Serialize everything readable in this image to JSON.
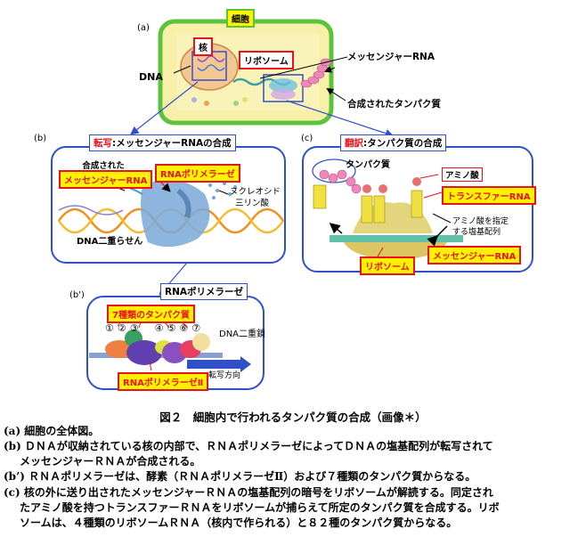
{
  "panel_a": {
    "letter": "(a)",
    "cell": "細胞",
    "nucleus": "核",
    "dna": "DNA",
    "ribosome": "リボソーム",
    "mrna": "メッセンジャーRNA",
    "protein": "合成されたタンパク質"
  },
  "panel_b": {
    "letter": "(b)",
    "title_red": "転写",
    "title_rest": ":メッセンジャーRNAの合成",
    "synth_mrna_1": "合成された",
    "synth_mrna_2": "メッセンジャーRNA",
    "rnap": "RNAポリメラーゼ",
    "ntp_1": "ヌクレオシド",
    "ntp_2": "三リン酸",
    "dna_helix": "DNA二重らせん"
  },
  "panel_c": {
    "letter": "(c)",
    "title_red": "翻訳",
    "title_rest": ":タンパク質の合成",
    "protein": "タンパク質",
    "amino_acid": "アミノ酸",
    "trna": "トランスファーRNA",
    "codon_1": "アミノ酸を指定",
    "codon_2": "する塩基配列",
    "mrna": "メッセンジャーRNA",
    "ribosome": "リボソーム"
  },
  "panel_bp": {
    "letter": "(b')",
    "title": "RNAポリメラーゼ",
    "seven": "7種類のタンパク質",
    "numbers": [
      "①",
      "②",
      "③",
      "④",
      "⑤",
      "⑥",
      "⑦"
    ],
    "dna_double": "DNA二重鎖",
    "rnap2": "RNAポリメラーゼⅡ",
    "direction": "転写方向"
  },
  "caption": {
    "title": "図２　細胞内で行われるタンパク質の合成（画像＊）",
    "a": "(a) 細胞の全体図。",
    "b1": "(b) ＤＮＡが収納されている核の内部で、ＲＮＡポリメラーゼによってＤＮＡの塩基配列が転写されて",
    "b2": "メッセンジャーＲＮＡが合成される。",
    "bp": "(b’) ＲＮＡポリメラーゼは、酵素（ＲＮＡポリメラーゼⅡ）および７種類のタンパク質からなる。",
    "c1": "(c) 核の外に送り出されたメッセンジャーＲＮＡの塩基配列の暗号をリボソームが解読する。同定され",
    "c2": "たアミノ酸を持つトランスファーＲＮＡをリボソームが捕らえて所定のタンパク質を合成する。リボ",
    "c3": "ソームは、４種類のリボソームＲＮＡ（核内で作られる）と８２種のタンパク質からなる。"
  },
  "colors": {
    "cell_border": "#5cc43c",
    "cell_fill": "#f8f0a8",
    "panel_border": "#3050c8",
    "tag_fill": "#fff200",
    "tag_text": "#e8141a"
  }
}
